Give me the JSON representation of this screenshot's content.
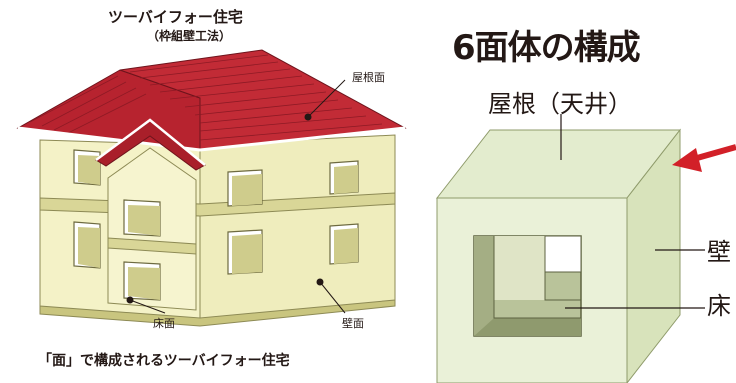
{
  "left_panel": {
    "title": "ツーバイフォー住宅",
    "subtitle": "（枠組壁工法）",
    "label_roof": "屋根面",
    "label_floor": "床面",
    "label_wall": "壁面",
    "caption": "「面」で構成されるツーバイフォー住宅"
  },
  "right_panel": {
    "title": "6面体の構成",
    "label_roof": "屋根（天井）",
    "label_wall": "壁",
    "label_floor": "床"
  },
  "colors": {
    "roof": "#b7232f",
    "roof_dark": "#8e1a25",
    "wall": "#f4f2c7",
    "wall_shade": "#e2dfa6",
    "frame": "#cbc985",
    "cube_front": "#e9f0d5",
    "cube_top": "#e2ebcb",
    "cube_side": "#d6e1b8",
    "arrow": "#d22028",
    "text": "#231815"
  }
}
